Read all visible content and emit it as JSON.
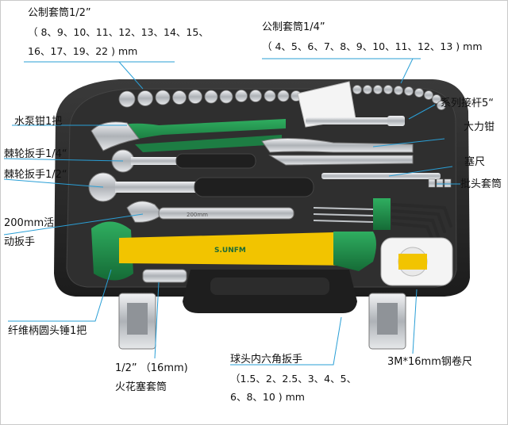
{
  "labels": {
    "metric_half_title": "公制套筒1/2”",
    "metric_half_sizes_1": "（ 8、9、10、11、12、13、14、15、",
    "metric_half_sizes_2": "16、17、19、22 ) mm",
    "metric_quarter_title": "公制套筒1/4”",
    "metric_quarter_sizes": "（ 4、5、6、7、8、9、10、11、12、13 ) mm",
    "extension_bars": "系列接杆5“",
    "water_pump_pliers": "水泵钳1把",
    "locking_pliers": "大力钳",
    "ratchet_quarter": "棘轮扳手1/4“",
    "feeler_gauge": "塞尺",
    "ratchet_half": "棘轮扳手1/2“",
    "bit_sockets": "批头套筒",
    "adjustable_wrench_1": "200mm活",
    "adjustable_wrench_2": "动扳手",
    "hammer": "纤维柄圆头锤1把",
    "spark_plug_1": "1/2” （16mm)",
    "spark_plug_2": "火花塞套筒",
    "hex_keys_title": "球头内六角扳手",
    "hex_keys_sizes_1": "（1.5、2、2.5、3、4、5、",
    "hex_keys_sizes_2": "6、8、10 ) mm",
    "tape_measure": "3M*16mm钢卷尺"
  },
  "product": {
    "hammer_brand": "S.UNFM",
    "wrench_marking": "200mm"
  },
  "colors": {
    "leader_line": "#2a9fd6",
    "case": "#2b2b2b",
    "handle_green": "#1f8a4a",
    "handle_yellow": "#f2c400",
    "chrome": "#c9ccd0"
  }
}
